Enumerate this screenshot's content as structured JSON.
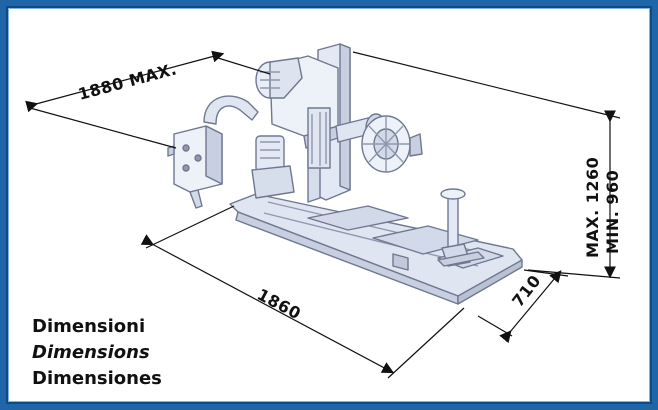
{
  "dimensions": {
    "length_max": "1880 MAX.",
    "width": "1860",
    "depth": "710",
    "height_max": "MAX. 1260",
    "height_min": "MIN. 960"
  },
  "caption": {
    "it": "Dimensioni",
    "en": "Dimensions",
    "es": "Dimensiones"
  },
  "colors": {
    "frame": "#1f66a8",
    "line": "#111111",
    "machine_fill": "#e8edf6",
    "machine_stroke": "#6f7890",
    "machine_shadow": "#b9c2d4"
  }
}
